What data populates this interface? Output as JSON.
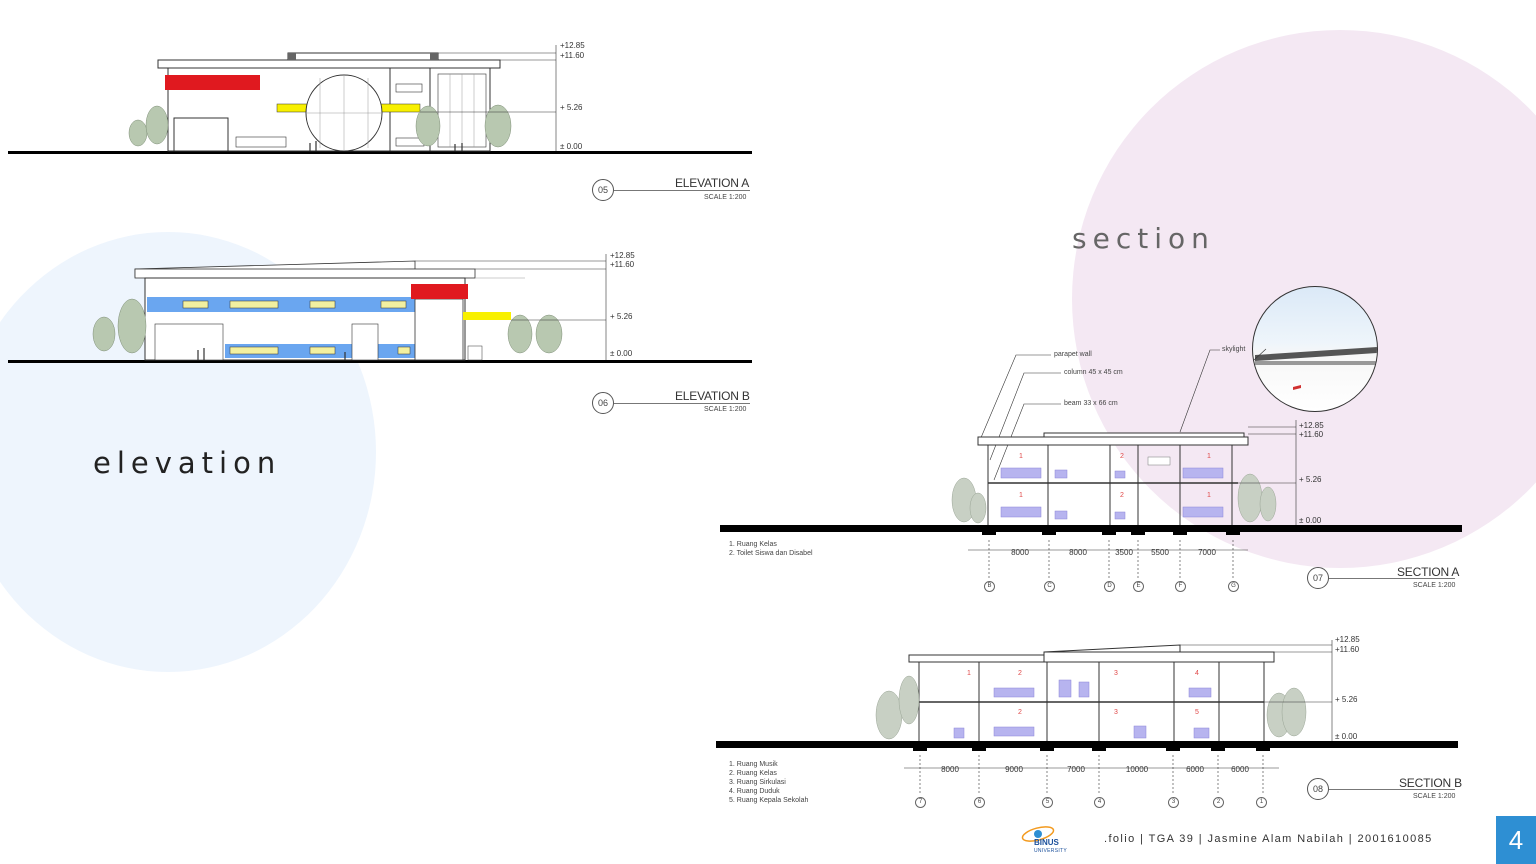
{
  "headings": {
    "elevation": "elevation",
    "section": "section"
  },
  "levels": {
    "top": "+12.85",
    "roof": "+11.60",
    "mid": "+ 5.26",
    "ground": "± 0.00"
  },
  "drawings": {
    "elev_a": {
      "tag": "05",
      "title": "ELEVATION A",
      "scale": "SCALE 1:200"
    },
    "elev_b": {
      "tag": "06",
      "title": "ELEVATION B",
      "scale": "SCALE 1:200"
    },
    "sec_a": {
      "tag": "07",
      "title": "SECTION A",
      "scale": "SCALE 1:200"
    },
    "sec_b": {
      "tag": "08",
      "title": "SECTION B",
      "scale": "SCALE 1:200"
    }
  },
  "callouts": {
    "parapet": "parapet wall",
    "column": "column 45 x 45 cm",
    "beam": "beam 33 x 66 cm",
    "skylight": "skylight"
  },
  "section_a": {
    "legend": [
      "1. Ruang Kelas",
      "2. Toilet Siswa dan Disabel"
    ],
    "dims": [
      "8000",
      "8000",
      "3500",
      "5500",
      "7000"
    ],
    "grids": [
      "B",
      "C",
      "D",
      "E",
      "F",
      "G"
    ],
    "rooms": [
      "1",
      "2",
      "1",
      "1",
      "2",
      "1"
    ]
  },
  "section_b": {
    "legend": [
      "1. Ruang Musik",
      "2. Ruang Kelas",
      "3. Ruang Sirkulasi",
      "4. Ruang Duduk",
      "5. Ruang Kepala Sekolah"
    ],
    "dims": [
      "8000",
      "9000",
      "7000",
      "10000",
      "6000",
      "6000"
    ],
    "grids": [
      "7",
      "6",
      "5",
      "4",
      "3",
      "2",
      "1"
    ],
    "rooms": [
      "1",
      "2",
      "3",
      "4",
      "2",
      "3",
      "5"
    ]
  },
  "footer": {
    "text": ".folio | TGA 39 | Jasmine Alam Nabilah | 2001610085",
    "logo": "BINUS",
    "logo_sub": "UNIVERSITY",
    "page_number": "4"
  },
  "colors": {
    "blue_circle": "#eef5fd",
    "pink_circle": "#f4e8f3",
    "red": "#e0191f",
    "yellow": "#f8f000",
    "blue_panel": "#6aa6f0",
    "room_num": "#e04848",
    "accent": "#2e8fd3"
  }
}
